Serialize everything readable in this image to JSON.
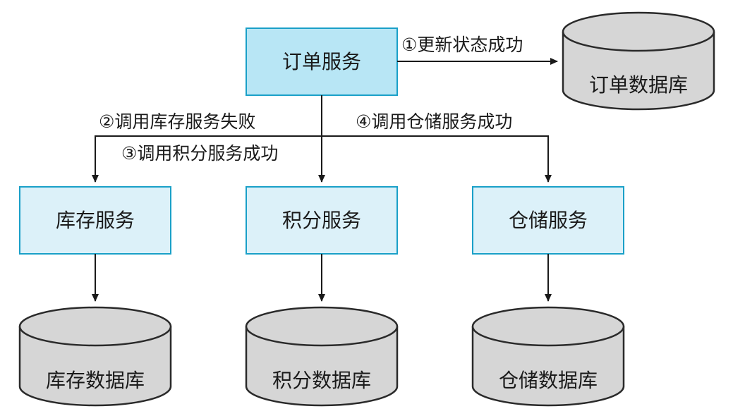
{
  "services": {
    "order": "订单服务",
    "inventory": "库存服务",
    "points": "积分服务",
    "warehouse": "仓储服务"
  },
  "databases": {
    "order": "订单数据库",
    "inventory": "库存数据库",
    "points": "积分数据库",
    "warehouse": "仓储数据库"
  },
  "steps": {
    "step1": "①更新状态成功",
    "step2": "②调用库存服务失败",
    "step3": "③调用积分服务成功",
    "step4": "④调用仓储服务成功"
  },
  "colors": {
    "order_fill": "#b8e6f5",
    "service_fill": "#dcf1f9",
    "service_border": "#1aa0c8",
    "db_fill": "#d6d6d6"
  }
}
